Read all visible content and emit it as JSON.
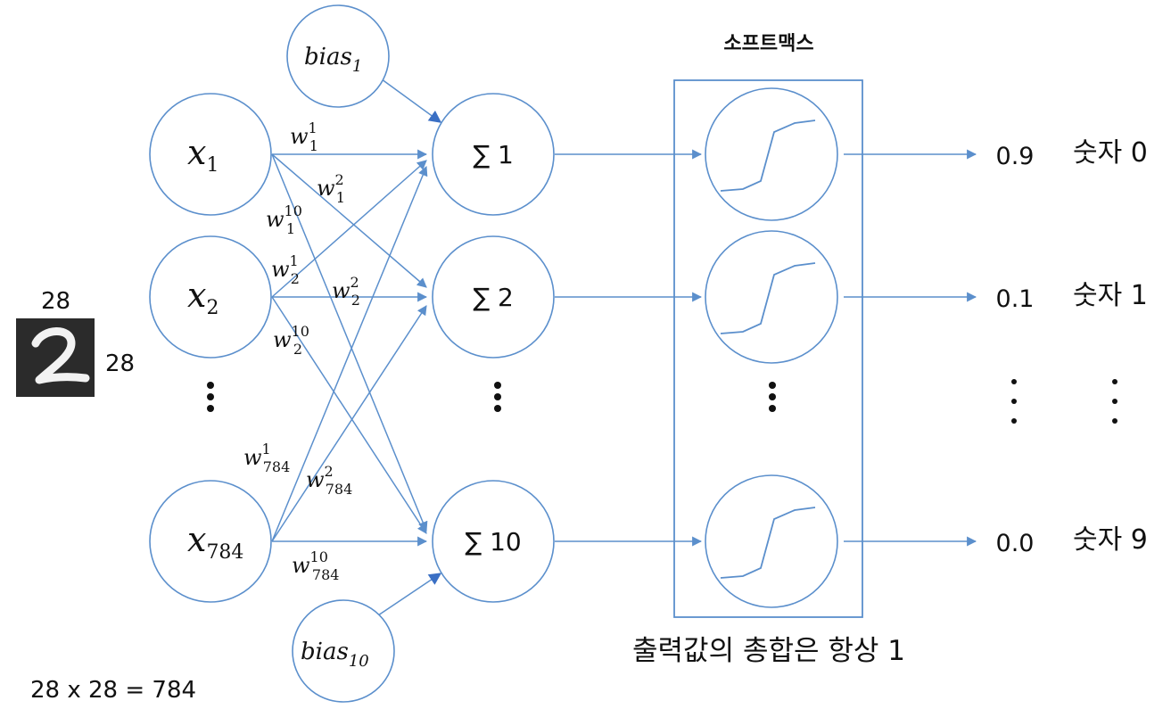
{
  "diagram": {
    "image_size": {
      "width": "28",
      "height": "28"
    },
    "pixel_formula": "28 x 28 = 784",
    "inputs": [
      {
        "var": "x",
        "sub": "1"
      },
      {
        "var": "x",
        "sub": "2"
      },
      {
        "var": "x",
        "sub": "784"
      }
    ],
    "sums": [
      "∑ 1",
      "∑ 2",
      "∑ 10"
    ],
    "biases": [
      {
        "name": "bias",
        "sub": "1"
      },
      {
        "name": "bias",
        "sub": "10"
      }
    ],
    "weights": [
      {
        "base": "w",
        "sup": "1",
        "sub": "1"
      },
      {
        "base": "w",
        "sup": "2",
        "sub": "1"
      },
      {
        "base": "w",
        "sup": "10",
        "sub": "1"
      },
      {
        "base": "w",
        "sup": "1",
        "sub": "2"
      },
      {
        "base": "w",
        "sup": "2",
        "sub": "2"
      },
      {
        "base": "w",
        "sup": "10",
        "sub": "2"
      },
      {
        "base": "w",
        "sup": "1",
        "sub": "784"
      },
      {
        "base": "w",
        "sup": "2",
        "sub": "784"
      },
      {
        "base": "w",
        "sup": "10",
        "sub": "784"
      }
    ],
    "softmax_title": "소프트맥스",
    "softmax_note": "출력값의 총합은 항상 1",
    "outputs": [
      {
        "value": "0.9",
        "label": "숫자 0"
      },
      {
        "value": "0.1",
        "label": "숫자 1"
      },
      {
        "value": "0.0",
        "label": "숫자 9"
      }
    ],
    "colors": {
      "line": "#5b8fcc",
      "arrow_dark": "#3a6fc4",
      "text": "#111111"
    }
  }
}
